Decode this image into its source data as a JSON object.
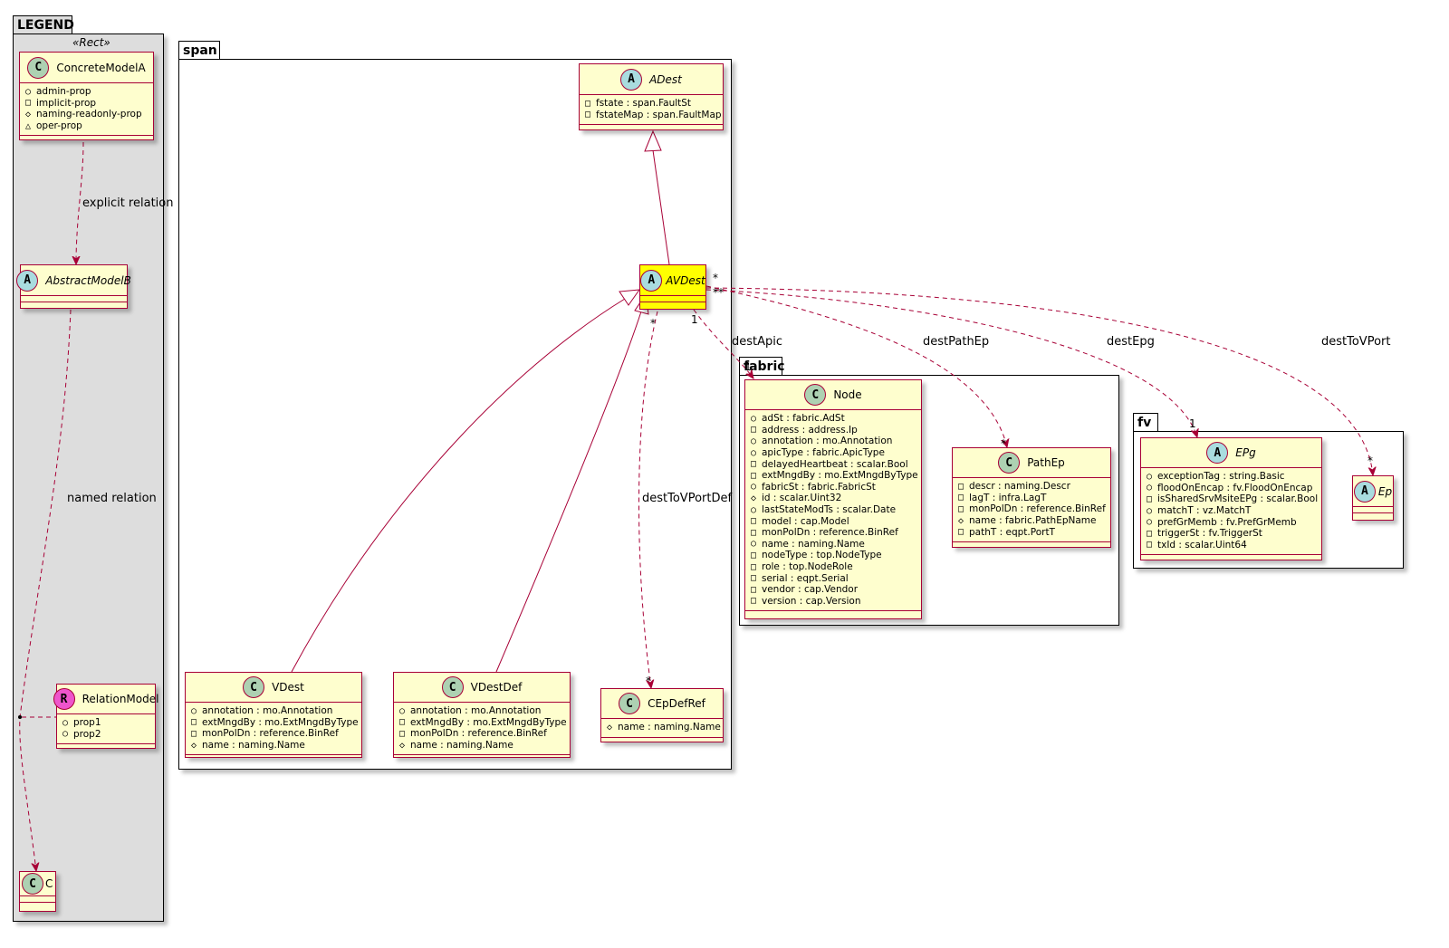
{
  "legend": {
    "title": "LEGEND",
    "stereotype": "«Rect»",
    "concrete_model": {
      "name": "ConcreteModelA",
      "badge": "C",
      "attrs": [
        {
          "vis": "○",
          "text": "admin-prop"
        },
        {
          "vis": "□",
          "text": "implicit-prop"
        },
        {
          "vis": "◇",
          "text": "naming-readonly-prop"
        },
        {
          "vis": "△",
          "text": "oper-prop"
        }
      ]
    },
    "abstract_model": {
      "name": "AbstractModelB",
      "badge": "A"
    },
    "relation_model": {
      "name": "RelationModel",
      "badge": "R",
      "attrs": [
        {
          "vis": "○",
          "text": "prop1"
        },
        {
          "vis": "○",
          "text": "prop2"
        }
      ]
    },
    "c_model": {
      "name": "C",
      "badge": "C"
    },
    "explicit_relation": "explicit relation",
    "named_relation": "named relation"
  },
  "span": {
    "title": "span",
    "adest": {
      "name": "ADest",
      "badge": "A",
      "attrs": [
        {
          "vis": "□",
          "text": "fstate : span.FaultSt"
        },
        {
          "vis": "□",
          "text": "fstateMap : span.FaultMap"
        }
      ]
    },
    "avdest": {
      "name": "AVDest",
      "badge": "A"
    },
    "vdest": {
      "name": "VDest",
      "badge": "C",
      "attrs": [
        {
          "vis": "○",
          "text": "annotation : mo.Annotation"
        },
        {
          "vis": "□",
          "text": "extMngdBy : mo.ExtMngdByType"
        },
        {
          "vis": "□",
          "text": "monPolDn : reference.BinRef"
        },
        {
          "vis": "◇",
          "text": "name : naming.Name"
        }
      ]
    },
    "vdestdef": {
      "name": "VDestDef",
      "badge": "C",
      "attrs": [
        {
          "vis": "○",
          "text": "annotation : mo.Annotation"
        },
        {
          "vis": "□",
          "text": "extMngdBy : mo.ExtMngdByType"
        },
        {
          "vis": "□",
          "text": "monPolDn : reference.BinRef"
        },
        {
          "vis": "◇",
          "text": "name : naming.Name"
        }
      ]
    },
    "cepdefref": {
      "name": "CEpDefRef",
      "badge": "C",
      "attrs": [
        {
          "vis": "◇",
          "text": "name : naming.Name"
        }
      ]
    }
  },
  "fabric": {
    "title": "fabric",
    "node": {
      "name": "Node",
      "badge": "C",
      "attrs": [
        {
          "vis": "○",
          "text": "adSt : fabric.AdSt"
        },
        {
          "vis": "□",
          "text": "address : address.Ip"
        },
        {
          "vis": "○",
          "text": "annotation : mo.Annotation"
        },
        {
          "vis": "○",
          "text": "apicType : fabric.ApicType"
        },
        {
          "vis": "□",
          "text": "delayedHeartbeat : scalar.Bool"
        },
        {
          "vis": "□",
          "text": "extMngdBy : mo.ExtMngdByType"
        },
        {
          "vis": "○",
          "text": "fabricSt : fabric.FabricSt"
        },
        {
          "vis": "◇",
          "text": "id : scalar.Uint32"
        },
        {
          "vis": "○",
          "text": "lastStateModTs : scalar.Date"
        },
        {
          "vis": "□",
          "text": "model : cap.Model"
        },
        {
          "vis": "□",
          "text": "monPolDn : reference.BinRef"
        },
        {
          "vis": "○",
          "text": "name : naming.Name"
        },
        {
          "vis": "□",
          "text": "nodeType : top.NodeType"
        },
        {
          "vis": "□",
          "text": "role : top.NodeRole"
        },
        {
          "vis": "□",
          "text": "serial : eqpt.Serial"
        },
        {
          "vis": "□",
          "text": "vendor : cap.Vendor"
        },
        {
          "vis": "□",
          "text": "version : cap.Version"
        }
      ]
    },
    "pathep": {
      "name": "PathEp",
      "badge": "C",
      "attrs": [
        {
          "vis": "□",
          "text": "descr : naming.Descr"
        },
        {
          "vis": "□",
          "text": "lagT : infra.LagT"
        },
        {
          "vis": "□",
          "text": "monPolDn : reference.BinRef"
        },
        {
          "vis": "◇",
          "text": "name : fabric.PathEpName"
        },
        {
          "vis": "□",
          "text": "pathT : eqpt.PortT"
        }
      ]
    }
  },
  "fv": {
    "title": "fv",
    "epg": {
      "name": "EPg",
      "badge": "A",
      "attrs": [
        {
          "vis": "○",
          "text": "exceptionTag : string.Basic"
        },
        {
          "vis": "○",
          "text": "floodOnEncap : fv.FloodOnEncap"
        },
        {
          "vis": "□",
          "text": "isSharedSrvMsiteEPg : scalar.Bool"
        },
        {
          "vis": "○",
          "text": "matchT : vz.MatchT"
        },
        {
          "vis": "○",
          "text": "prefGrMemb : fv.PrefGrMemb"
        },
        {
          "vis": "□",
          "text": "triggerSt : fv.TriggerSt"
        },
        {
          "vis": "□",
          "text": "txId : scalar.Uint64"
        }
      ]
    },
    "ep": {
      "name": "Ep",
      "badge": "A"
    }
  },
  "relations": {
    "dest_apic": "destApic",
    "dest_path_ep": "destPathEp",
    "dest_epg": "destEpg",
    "dest_to_vport": "destToVPort",
    "dest_to_vport_def": "destToVPortDef"
  },
  "multiplicities": {
    "one": "1",
    "many": "*"
  },
  "colors": {
    "class_fill": "#fefece",
    "class_border": "#a80036",
    "highlight": "#ffff00",
    "legend_bg": "#dddddd",
    "arrow": "#a80036"
  }
}
